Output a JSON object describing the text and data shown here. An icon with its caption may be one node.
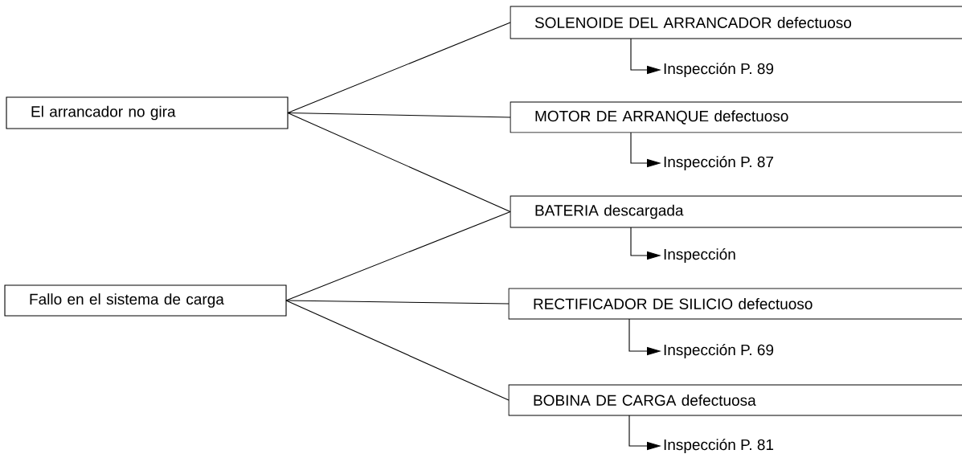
{
  "diagram": {
    "nodes": [
      {
        "text": [
          "El arrancador no gira"
        ]
      },
      {
        "text": [
          "Fallo en el sistema de carga"
        ]
      },
      {
        "text": [
          "SOLENOIDE DEL ARRANCADOR defectuoso"
        ]
      },
      {
        "text": [
          "MOTOR DE ARRANQUE defectuoso"
        ]
      },
      {
        "text": [
          "BATERIA descargada"
        ]
      },
      {
        "text": [
          "RECTIFICADOR DE SILICIO defectuoso"
        ]
      },
      {
        "text": [
          "BOBINA DE CARGA defectuosa"
        ]
      },
      {
        "text": [
          "Inspección P. 89"
        ]
      },
      {
        "text": [
          "Inspección P. 87"
        ]
      },
      {
        "text": [
          "Inspección"
        ]
      },
      {
        "text": [
          "Inspección P. 69"
        ]
      },
      {
        "text": [
          "Inspección P. 81"
        ]
      }
    ],
    "edges": [
      {
        "from": 0,
        "to": 2,
        "arrow": "none"
      },
      {
        "from": 0,
        "to": 3,
        "arrow": "none"
      },
      {
        "from": 0,
        "to": 4,
        "arrow": "none"
      },
      {
        "from": 1,
        "to": 4,
        "arrow": "none"
      },
      {
        "from": 1,
        "to": 5,
        "arrow": "none"
      },
      {
        "from": 1,
        "to": 6,
        "arrow": "none"
      },
      {
        "from": 2,
        "to": 7,
        "arrow": "to"
      },
      {
        "from": 3,
        "to": 8,
        "arrow": "to"
      },
      {
        "from": 4,
        "to": 9,
        "arrow": "to"
      },
      {
        "from": 5,
        "to": 10,
        "arrow": "to"
      },
      {
        "from": 6,
        "to": 11,
        "arrow": "to"
      }
    ]
  }
}
